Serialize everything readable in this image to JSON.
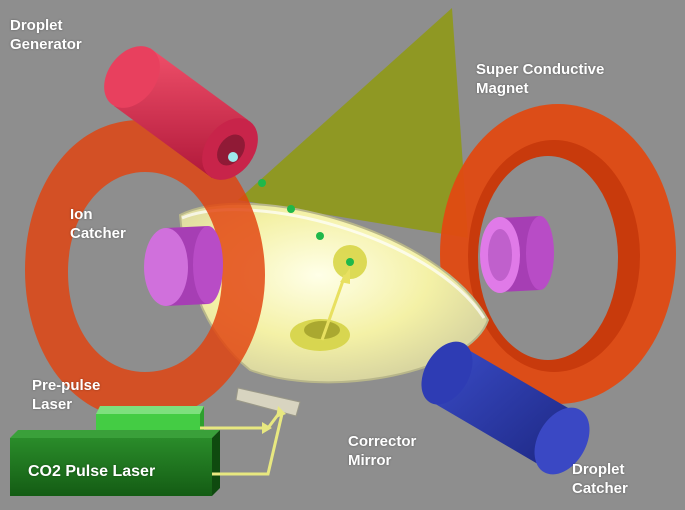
{
  "labels": {
    "droplet_generator": "Droplet\nGenerator",
    "super_conductive_magnet": "Super Conductive\nMagnet",
    "ion_catcher": "Ion\nCatcher",
    "pre_pulse_laser": "Pre-pulse\nLaser",
    "co2_pulse_laser": "CO2  Pulse Laser",
    "corrector_mirror": "Corrector\nMirror",
    "droplet_catcher": "Droplet\nCatcher"
  },
  "colors": {
    "background": "#8e8e8e",
    "magnet_ring": "#e04a12",
    "ion_catcher": "#c45ad0",
    "droplet_generator": "#d8234a",
    "droplet_catcher": "#2a3aa8",
    "collector_mirror": "#f2f0a0",
    "light_cone": "#8f9a10",
    "droplets": "#1fb84a",
    "pre_pulse_laser": "#44cc44",
    "co2_laser": "#1d7a1d",
    "laser_beam": "#e8e880"
  }
}
